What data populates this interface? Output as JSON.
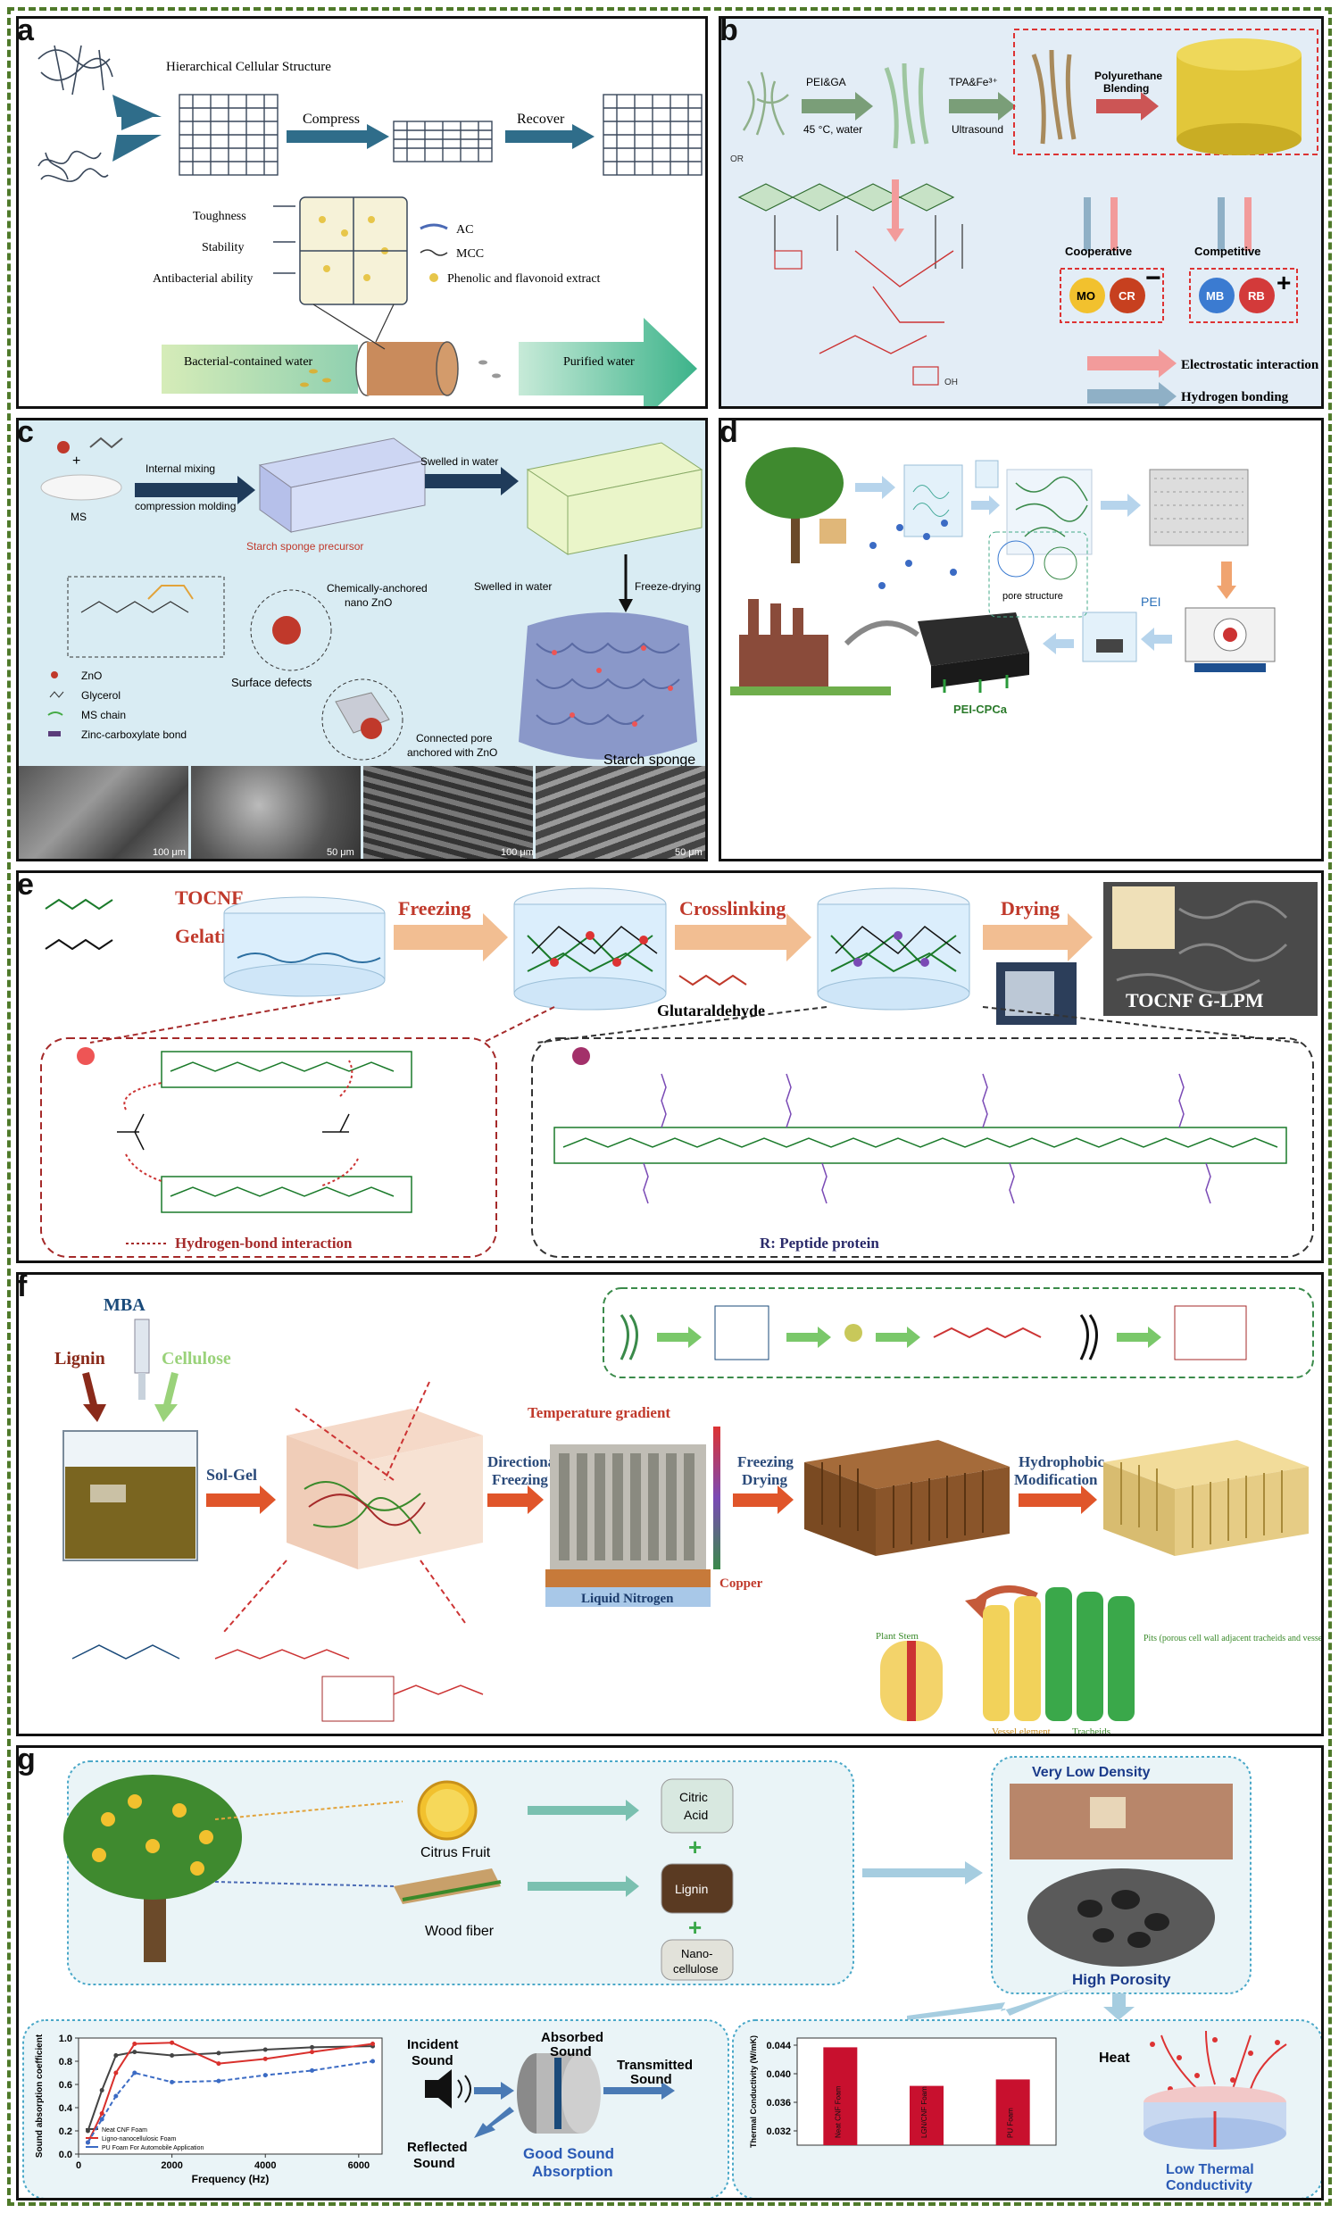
{
  "panels": {
    "a": {
      "label": "a",
      "hierarchical": "Hierarchical Cellular Structure",
      "compress": "Compress",
      "recover": "Recover",
      "toughness": "Toughness",
      "stability": "Stability",
      "antibacterial": "Antibacterial ability",
      "legend_ac": "AC",
      "legend_mcc": "MCC",
      "legend_phenolic": "Phenolic and flavonoid extract",
      "bacterial_water": "Bacterial-contained water",
      "purified_water": "Purified water"
    },
    "b": {
      "label": "b",
      "step1": "PEI&GA",
      "step1_cond": "45 °C, water",
      "step2": "TPA&Fe³⁺",
      "step2_cond": "Ultrasound",
      "step3": "Polyurethane",
      "step3b": "Blending",
      "cooperative": "Cooperative",
      "competitive": "Competitive",
      "mo": "MO",
      "cr": "CR",
      "mb": "MB",
      "rb": "RB",
      "minus": "−",
      "plus": "+",
      "electrostatic": "Electrostatic interaction",
      "hbond": "Hydrogen bonding"
    },
    "c": {
      "label": "c",
      "internal_mixing": "Internal mixing",
      "compression": "compression molding",
      "ms": "MS",
      "precursor": "Starch sponge precursor",
      "swelled1": "Swelled in water",
      "swelled2": "Swelled in water",
      "freeze": "Freeze-drying",
      "anchored": "Chemically-anchored",
      "nano": "nano ZnO",
      "surface": "Surface defects",
      "zno": "ZnO",
      "glycerol": "Glycerol",
      "ms_chain": "MS chain",
      "zinc": "Zinc-carboxylate bond",
      "connected": "Connected pore",
      "connected2": "anchored with ZnO",
      "sponge": "Starch sponge",
      "scale1": "100 μm",
      "scale2": "50 μm",
      "scale3": "100 μm",
      "scale4": "50 μm"
    },
    "d": {
      "label": "d",
      "pore": "pore structure",
      "pei": "PEI",
      "product": "PEI-CPCa"
    },
    "e": {
      "label": "e",
      "tocnf": "TOCNF",
      "gelatin": "Gelatin",
      "freezing": "Freezing",
      "crosslinking": "Crosslinking",
      "drying": "Drying",
      "glutaraldehyde": "Glutaraldehyde",
      "photo_label": "TOCNF G-LPM",
      "hbond": "Hydrogen-bond interaction",
      "peptide": "R: Peptide protein"
    },
    "f": {
      "label": "f",
      "mba": "MBA",
      "lignin": "Lignin",
      "cellulose": "Cellulose",
      "solgel": "Sol-Gel",
      "directional": "Directional",
      "freezing": "Freezing",
      "temp": "Temperature gradient",
      "nitrogen": "Liquid Nitrogen",
      "copper": "Copper",
      "freezing2": "Freezing",
      "drying": "Drying",
      "hydrophobic": "Hydrophobic",
      "modification": "Modification",
      "plant": "Plant Stem",
      "vessel": "Vessel element",
      "tracheids": "Tracheids",
      "pits": "Pits (porous cell wall adjacent tracheids and vessel elements)"
    },
    "g": {
      "label": "g",
      "citrus": "Citrus Fruit",
      "wood": "Wood fiber",
      "citric": "Citric",
      "acid": "Acid",
      "lignin": "Lignin",
      "nano": "Nano-",
      "cellulose": "cellulose",
      "plus": "+",
      "vld": "Very Low Density",
      "hp": "High Porosity",
      "incident": "Incident",
      "sound": "Sound",
      "absorbed": "Absorbed",
      "sound2": "Sound",
      "transmitted": "Transmitted",
      "sound3": "Sound",
      "reflected": "Reflected",
      "sound4": "Sound",
      "good": "Good Sound",
      "absorption": "Absorption",
      "heat": "Heat",
      "lowtc": "Low Thermal",
      "conductivity": "Conductivity"
    }
  },
  "chart_data": [
    {
      "type": "line",
      "xlabel": "Frequency (Hz)",
      "ylabel": "Sound absorption coefficient",
      "xlim": [
        0,
        6500
      ],
      "ylim": [
        0,
        1.0
      ],
      "xticks": [
        "0",
        "2000",
        "4000",
        "6000"
      ],
      "yticks": [
        "0.0",
        "0.2",
        "0.4",
        "0.6",
        "0.8",
        "1.0"
      ],
      "legend_position": "bottom-left",
      "series": [
        {
          "name": "Neat CNF Foam",
          "color": "#444444",
          "x": [
            200,
            500,
            800,
            1200,
            2000,
            3000,
            4000,
            5000,
            6300
          ],
          "y": [
            0.2,
            0.55,
            0.85,
            0.88,
            0.85,
            0.87,
            0.9,
            0.92,
            0.93
          ]
        },
        {
          "name": "Ligno-nanocellulosic Foam",
          "color": "#d9302c",
          "x": [
            200,
            500,
            800,
            1200,
            2000,
            3000,
            4000,
            5000,
            6300
          ],
          "y": [
            0.1,
            0.35,
            0.7,
            0.95,
            0.96,
            0.78,
            0.82,
            0.88,
            0.95
          ]
        },
        {
          "name": "PU Foam For Automobile Application",
          "color": "#3b6bc4",
          "x": [
            200,
            500,
            800,
            1200,
            2000,
            3000,
            4000,
            5000,
            6300
          ],
          "y": [
            0.1,
            0.3,
            0.5,
            0.7,
            0.62,
            0.63,
            0.68,
            0.72,
            0.8
          ]
        }
      ]
    },
    {
      "type": "bar",
      "ylabel": "Thermal Conductivity (W/mK)",
      "categories": [
        "Neat CNF Foam",
        "LGN/CNF Foam",
        "PU Foam"
      ],
      "values": [
        0.0437,
        0.0383,
        0.0392
      ],
      "ylim": [
        0.03,
        0.045
      ],
      "yticks": [
        "0.032",
        "0.036",
        "0.040",
        "0.044"
      ],
      "color": "#c8102e"
    }
  ]
}
